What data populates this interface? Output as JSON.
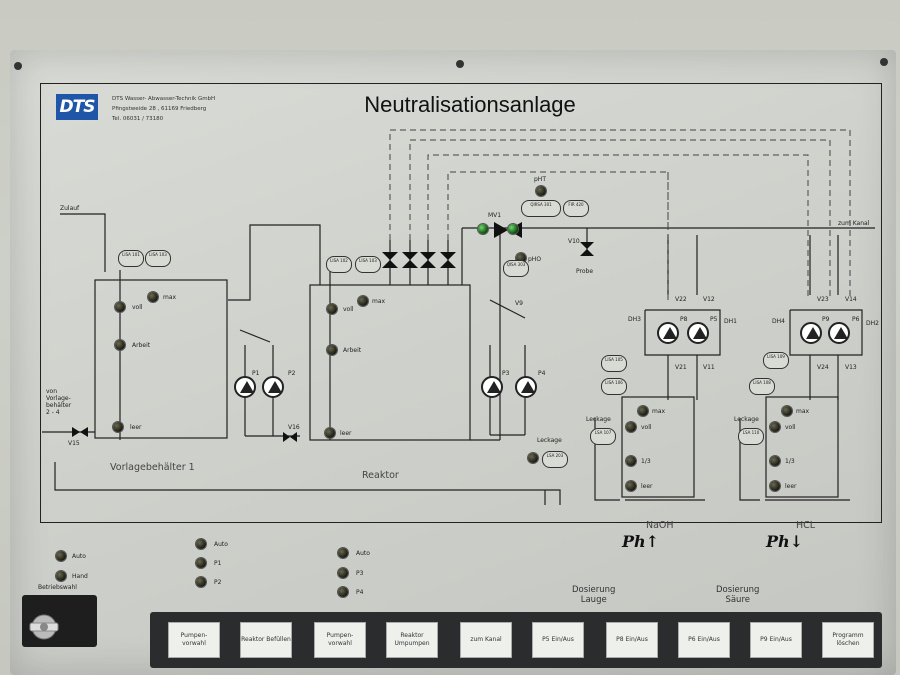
{
  "panel": {
    "title": "Neutralisationsanlage",
    "logo_text": "DTS",
    "company_lines": [
      "DTS Wasser- Abwasser-Technik GmbH",
      "Pfingstweide 28 , 61169 Friedberg",
      "Tel. 06031 / 73180"
    ]
  },
  "labels": {
    "zulauf": "Zulauf",
    "zum_kanal": "zum Kanal",
    "probe": "Probe",
    "von_vorlage": [
      "von",
      "Vorlage-",
      "behälter",
      "2 - 4"
    ],
    "betriebswahl": "Betriebswahl",
    "leckage": "Leckage",
    "dosierung_lauge": [
      "Dosierung",
      "Lauge"
    ],
    "dosierung_saeure": [
      "Dosierung",
      "Säure"
    ]
  },
  "tanks": {
    "vorlage": {
      "name": "Vorlagebehälter 1",
      "levels": [
        "max",
        "voll",
        "Arbeit",
        "leer"
      ],
      "indicators": [
        "LISA 101",
        "LISA 103"
      ]
    },
    "reaktor": {
      "name": "Reaktor",
      "levels": [
        "max",
        "voll",
        "Arbeit",
        "leer"
      ],
      "indicators": [
        "LISA 102",
        "LISA 103"
      ],
      "leckage_ind": "LSA 203"
    },
    "naoh": {
      "name": "NaOH",
      "levels": [
        "max",
        "voll",
        "1/3",
        "leer"
      ],
      "indicators": [
        "LISA 105",
        "LISA 106"
      ],
      "leckage_ind": "LSA 107",
      "handwritten": "Ph↑"
    },
    "hcl": {
      "name": "HCL",
      "levels": [
        "max",
        "voll",
        "1/3",
        "leer"
      ],
      "indicators": [
        "LISA 108",
        "LISA 109"
      ],
      "leckage_ind": "LSA 110",
      "handwritten": "Ph↓"
    }
  },
  "instruments": {
    "qirsa": "QIRSA 301",
    "fir": "FIR 420",
    "qisa": "QISA 303",
    "mv1": "MV1",
    "v10": "V10",
    "v9": "V9",
    "v15": "V15",
    "v16": "V16",
    "pht": "pHT",
    "pho": "pHO",
    "pumps": [
      "P1",
      "P2",
      "P3",
      "P4",
      "P8",
      "P5",
      "P9",
      "P6"
    ],
    "naoh_valves": [
      "V22",
      "V12",
      "V21",
      "V11"
    ],
    "hcl_valves": [
      "V23",
      "V14",
      "V24",
      "V13"
    ],
    "dh": [
      "DH3",
      "DH1",
      "DH4",
      "DH2"
    ]
  },
  "status_leds": {
    "key": [
      "Auto",
      "Hand"
    ],
    "group1": [
      "Auto",
      "P1",
      "P2"
    ],
    "group2": [
      "Auto",
      "P3",
      "P4"
    ]
  },
  "buttons": [
    "Pumpen- vorwahl",
    "Reaktor Befüllen",
    "Pumpen- vorwahl",
    "Reaktor Umpumpen",
    "zum Kanal",
    "P5 Ein/Aus",
    "P8 Ein/Aus",
    "P6 Ein/Aus",
    "P9 Ein/Aus",
    "Programm löschen"
  ],
  "colors": {
    "logo": "#1f56a8",
    "panel": "#d2d4cf",
    "line": "#222222"
  }
}
